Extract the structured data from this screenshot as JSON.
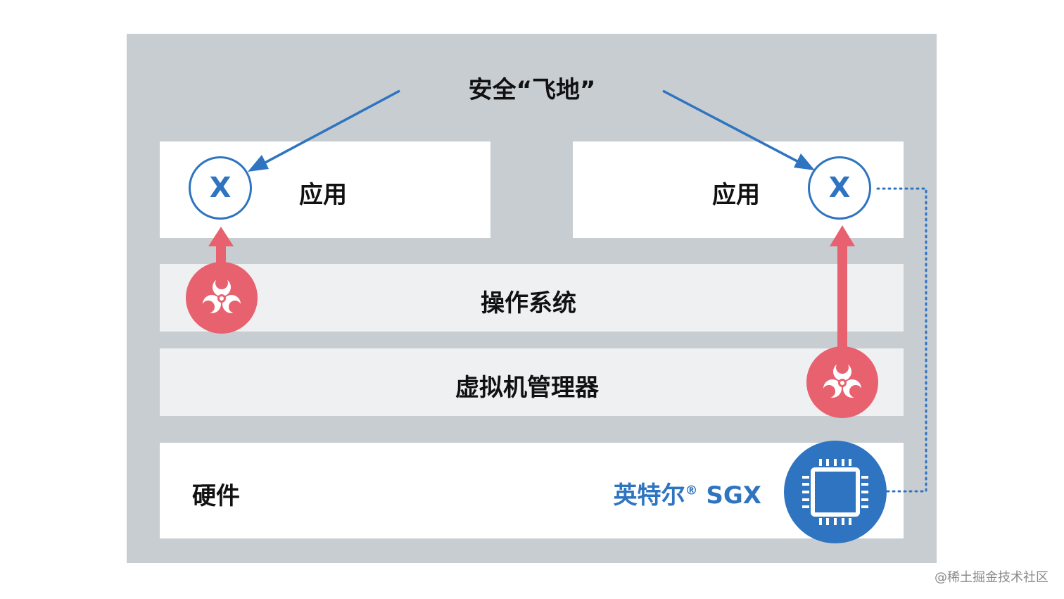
{
  "title": "安全“飞地”",
  "layers": {
    "app_left": "应用",
    "app_right": "应用",
    "os": "操作系统",
    "hypervisor": "虚拟机管理器",
    "hardware": "硬件"
  },
  "enclave_marker": "X",
  "sgx": {
    "name": "英特尔",
    "registered": "®",
    "suffix": " SGX"
  },
  "icons": [
    "x-circle-icon",
    "biohazard-icon",
    "chip-icon",
    "arrow-icon"
  ],
  "colors": {
    "frame": "#c8cdd2",
    "accent_blue": "#2e74c0",
    "threat_red": "#e8616f"
  },
  "watermark": "@稀土掘金技术社区"
}
